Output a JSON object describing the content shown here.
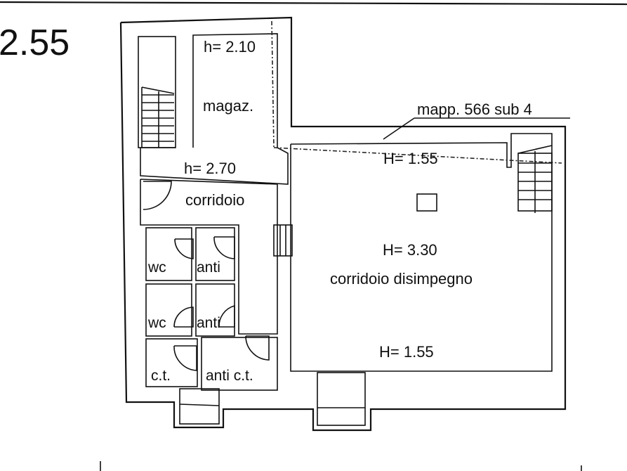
{
  "plan": {
    "level_label": "2.55",
    "parcel_label": "mapp. 566 sub 4",
    "rooms": {
      "magazine": {
        "name": "magaz.",
        "height": "h= 2.10"
      },
      "passage_height": "h= 2.70",
      "corridor": {
        "name": "corridoio"
      },
      "wc_1": {
        "name": "wc"
      },
      "anti_1": {
        "name": "anti"
      },
      "wc_2": {
        "name": "wc"
      },
      "anti_2": {
        "name": "anti"
      },
      "ct": {
        "name": "c.t."
      },
      "anti_ct": {
        "name": "anti c.t."
      },
      "main_hall": {
        "name": "corridoio disimpegno",
        "height_max": "H= 3.30",
        "height_top": "H= 1.55",
        "height_bottom": "H= 1.55"
      }
    }
  },
  "colors": {
    "line": "#111111",
    "background": "#ffffff"
  }
}
